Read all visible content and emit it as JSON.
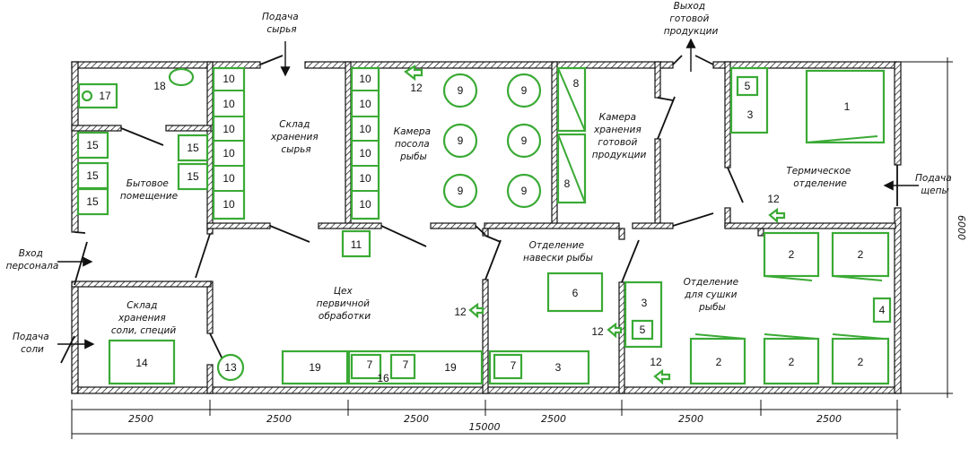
{
  "colors": {
    "equipment": "#3aaa35",
    "walls": "#111111",
    "background": "#ffffff"
  },
  "rooms": {
    "raw_store": [
      "Склад",
      "хранения",
      "сырья"
    ],
    "salting": [
      "Камера",
      "посола",
      "рыбы"
    ],
    "finished_store": [
      "Камера",
      "хранения",
      "готовой",
      "продукции"
    ],
    "thermal": [
      "Термическое",
      "отделение"
    ],
    "household": [
      "Бытовое",
      "помещение"
    ],
    "salt_store": [
      "Склад",
      "хранения",
      "соли, специй"
    ],
    "primary_shop": [
      "Цех",
      "первичной",
      "обработки"
    ],
    "hanging": [
      "Отделение",
      "навески рыбы"
    ],
    "drying": [
      "Отделение",
      "для сушки",
      "рыбы"
    ]
  },
  "flows": {
    "raw_in": [
      "Подача",
      "сырья"
    ],
    "product_out": [
      "Выход",
      "готовой",
      "продукции"
    ],
    "chips_in": [
      "Подача",
      "щепы"
    ],
    "staff_in": [
      "Вход",
      "персонала"
    ],
    "salt_in": [
      "Подача",
      "соли"
    ]
  },
  "equipment": {
    "n1": "1",
    "n2": "2",
    "n3": "3",
    "n4": "4",
    "n5": "5",
    "n6": "6",
    "n7": "7",
    "n8": "8",
    "n9": "9",
    "n10": "10",
    "n11": "11",
    "n12": "12",
    "n13": "13",
    "n14": "14",
    "n15": "15",
    "n16": "16",
    "n17": "17",
    "n18": "18",
    "n19": "19"
  },
  "dimensions": {
    "segment": "2500",
    "total_length": "15000",
    "width": "6000"
  }
}
